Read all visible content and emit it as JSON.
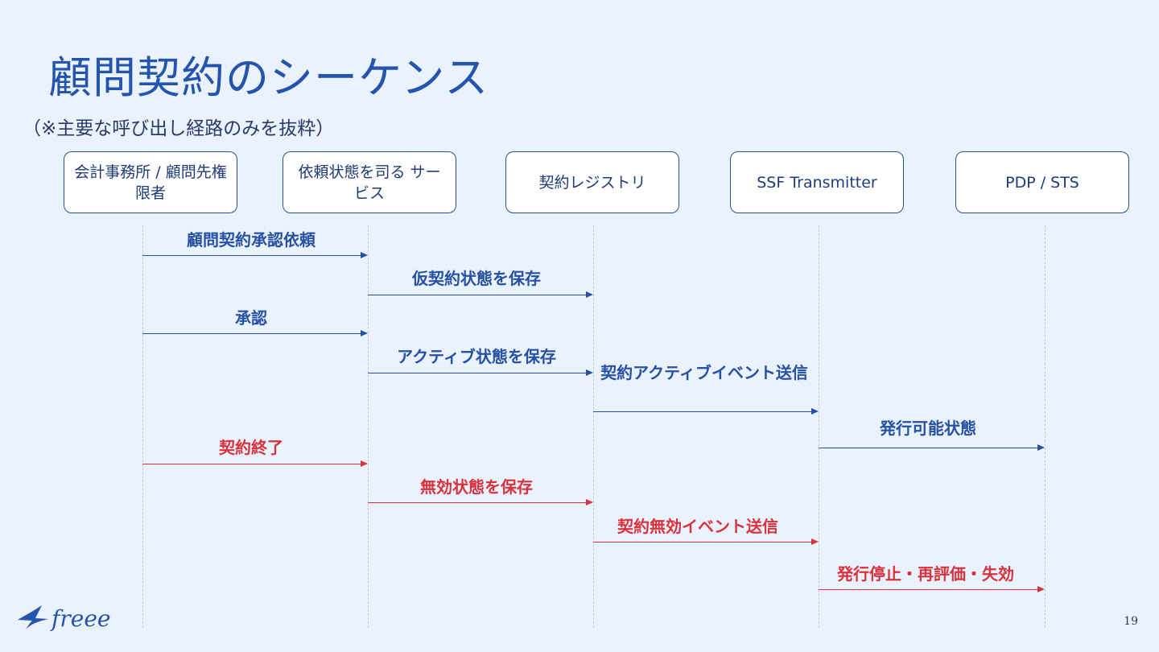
{
  "title": "顧問契約のシーケンス",
  "subtitle": "（※主要な呼び出し経路のみを抜粋）",
  "actors": [
    {
      "label": "会計事務所 / 顧問先権限者"
    },
    {
      "label": "依頼状態を司る サービス"
    },
    {
      "label": "契約レジストリ"
    },
    {
      "label": "SSF Transmitter"
    },
    {
      "label": "PDP / STS"
    }
  ],
  "messages": [
    {
      "label": "顧問契約承認依頼",
      "from": 0,
      "to": 1,
      "color": "#2650a4"
    },
    {
      "label": "仮契約状態を保存",
      "from": 1,
      "to": 2,
      "color": "#2650a4"
    },
    {
      "label": "承認",
      "from": 0,
      "to": 1,
      "color": "#2650a4"
    },
    {
      "label": "アクティブ状態を保存",
      "from": 1,
      "to": 2,
      "color": "#2650a4"
    },
    {
      "label": "契約アクティブイベント送信",
      "from": 2,
      "to": 3,
      "color": "#2650a4"
    },
    {
      "label": "発行可能状態",
      "from": 3,
      "to": 4,
      "color": "#2650a4"
    },
    {
      "label": "契約終了",
      "from": 0,
      "to": 1,
      "color": "#d8323c"
    },
    {
      "label": "無効状態を保存",
      "from": 1,
      "to": 2,
      "color": "#d8323c"
    },
    {
      "label": "契約無効イベント送信",
      "from": 2,
      "to": 3,
      "color": "#d8323c"
    },
    {
      "label": "発行停止・再評価・失効",
      "from": 3,
      "to": 4,
      "color": "#d8323c"
    }
  ],
  "logo": {
    "text": "freee"
  },
  "page_number": "19",
  "colors": {
    "background": "#eaf3fd",
    "accent": "#2454ae",
    "blue_arrow": "#2650a4",
    "red_arrow": "#d8323c"
  }
}
